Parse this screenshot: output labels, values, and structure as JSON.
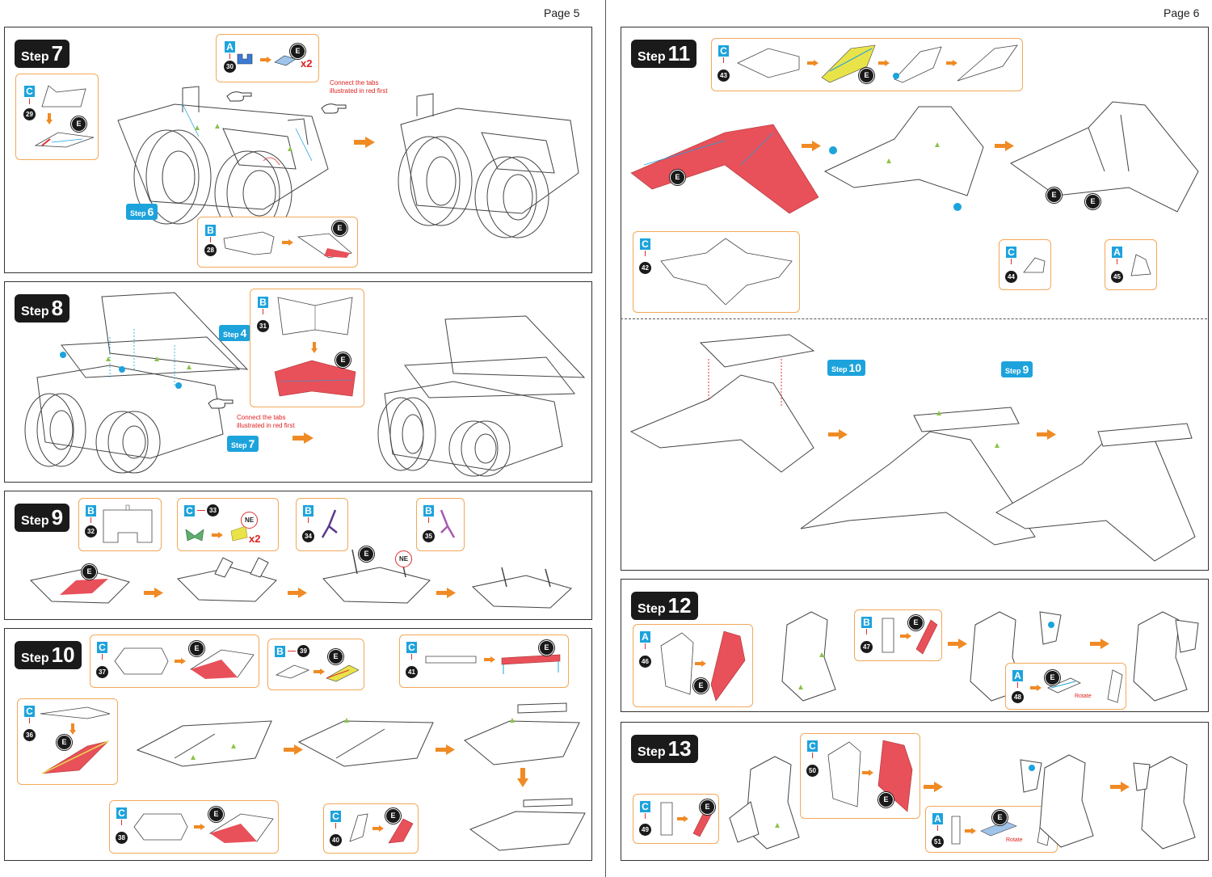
{
  "pages": {
    "left_label": "Page 5",
    "right_label": "Page 6"
  },
  "common": {
    "step_word": "Step",
    "e_mark": "E",
    "ne_mark": "NE",
    "times_two": "x2",
    "rotate_label": "Rotate",
    "tab_note_line1": "Connect the tabs",
    "tab_note_line2": "illustrated in red first"
  },
  "colors": {
    "accent_blue": "#1da3dc",
    "accent_orange": "#f08a24",
    "red_part": "#e8505a",
    "inset_border": "#f3a85a"
  },
  "steps": {
    "s7": {
      "num": "7",
      "ref": "6",
      "parts": [
        {
          "letter": "A",
          "num": "30"
        },
        {
          "letter": "C",
          "num": "29"
        },
        {
          "letter": "B",
          "num": "28"
        }
      ]
    },
    "s8": {
      "num": "8",
      "ref_a": "4",
      "ref_b": "7",
      "parts": [
        {
          "letter": "B",
          "num": "31"
        }
      ]
    },
    "s9": {
      "num": "9",
      "parts": [
        {
          "letter": "B",
          "num": "32"
        },
        {
          "letter": "C",
          "num": "33"
        },
        {
          "letter": "B",
          "num": "34"
        },
        {
          "letter": "B",
          "num": "35"
        }
      ]
    },
    "s10": {
      "num": "10",
      "parts": [
        {
          "letter": "C",
          "num": "37"
        },
        {
          "letter": "B",
          "num": "39"
        },
        {
          "letter": "C",
          "num": "41"
        },
        {
          "letter": "C",
          "num": "36"
        },
        {
          "letter": "C",
          "num": "38"
        },
        {
          "letter": "C",
          "num": "40"
        }
      ]
    },
    "s11": {
      "num": "11",
      "ref_a": "10",
      "ref_b": "9",
      "parts": [
        {
          "letter": "C",
          "num": "43"
        },
        {
          "letter": "C",
          "num": "42"
        },
        {
          "letter": "C",
          "num": "44"
        },
        {
          "letter": "A",
          "num": "45"
        }
      ]
    },
    "s12": {
      "num": "12",
      "parts": [
        {
          "letter": "A",
          "num": "46"
        },
        {
          "letter": "B",
          "num": "47"
        },
        {
          "letter": "A",
          "num": "48"
        }
      ]
    },
    "s13": {
      "num": "13",
      "parts": [
        {
          "letter": "C",
          "num": "50"
        },
        {
          "letter": "C",
          "num": "49"
        },
        {
          "letter": "A",
          "num": "51"
        }
      ]
    }
  }
}
